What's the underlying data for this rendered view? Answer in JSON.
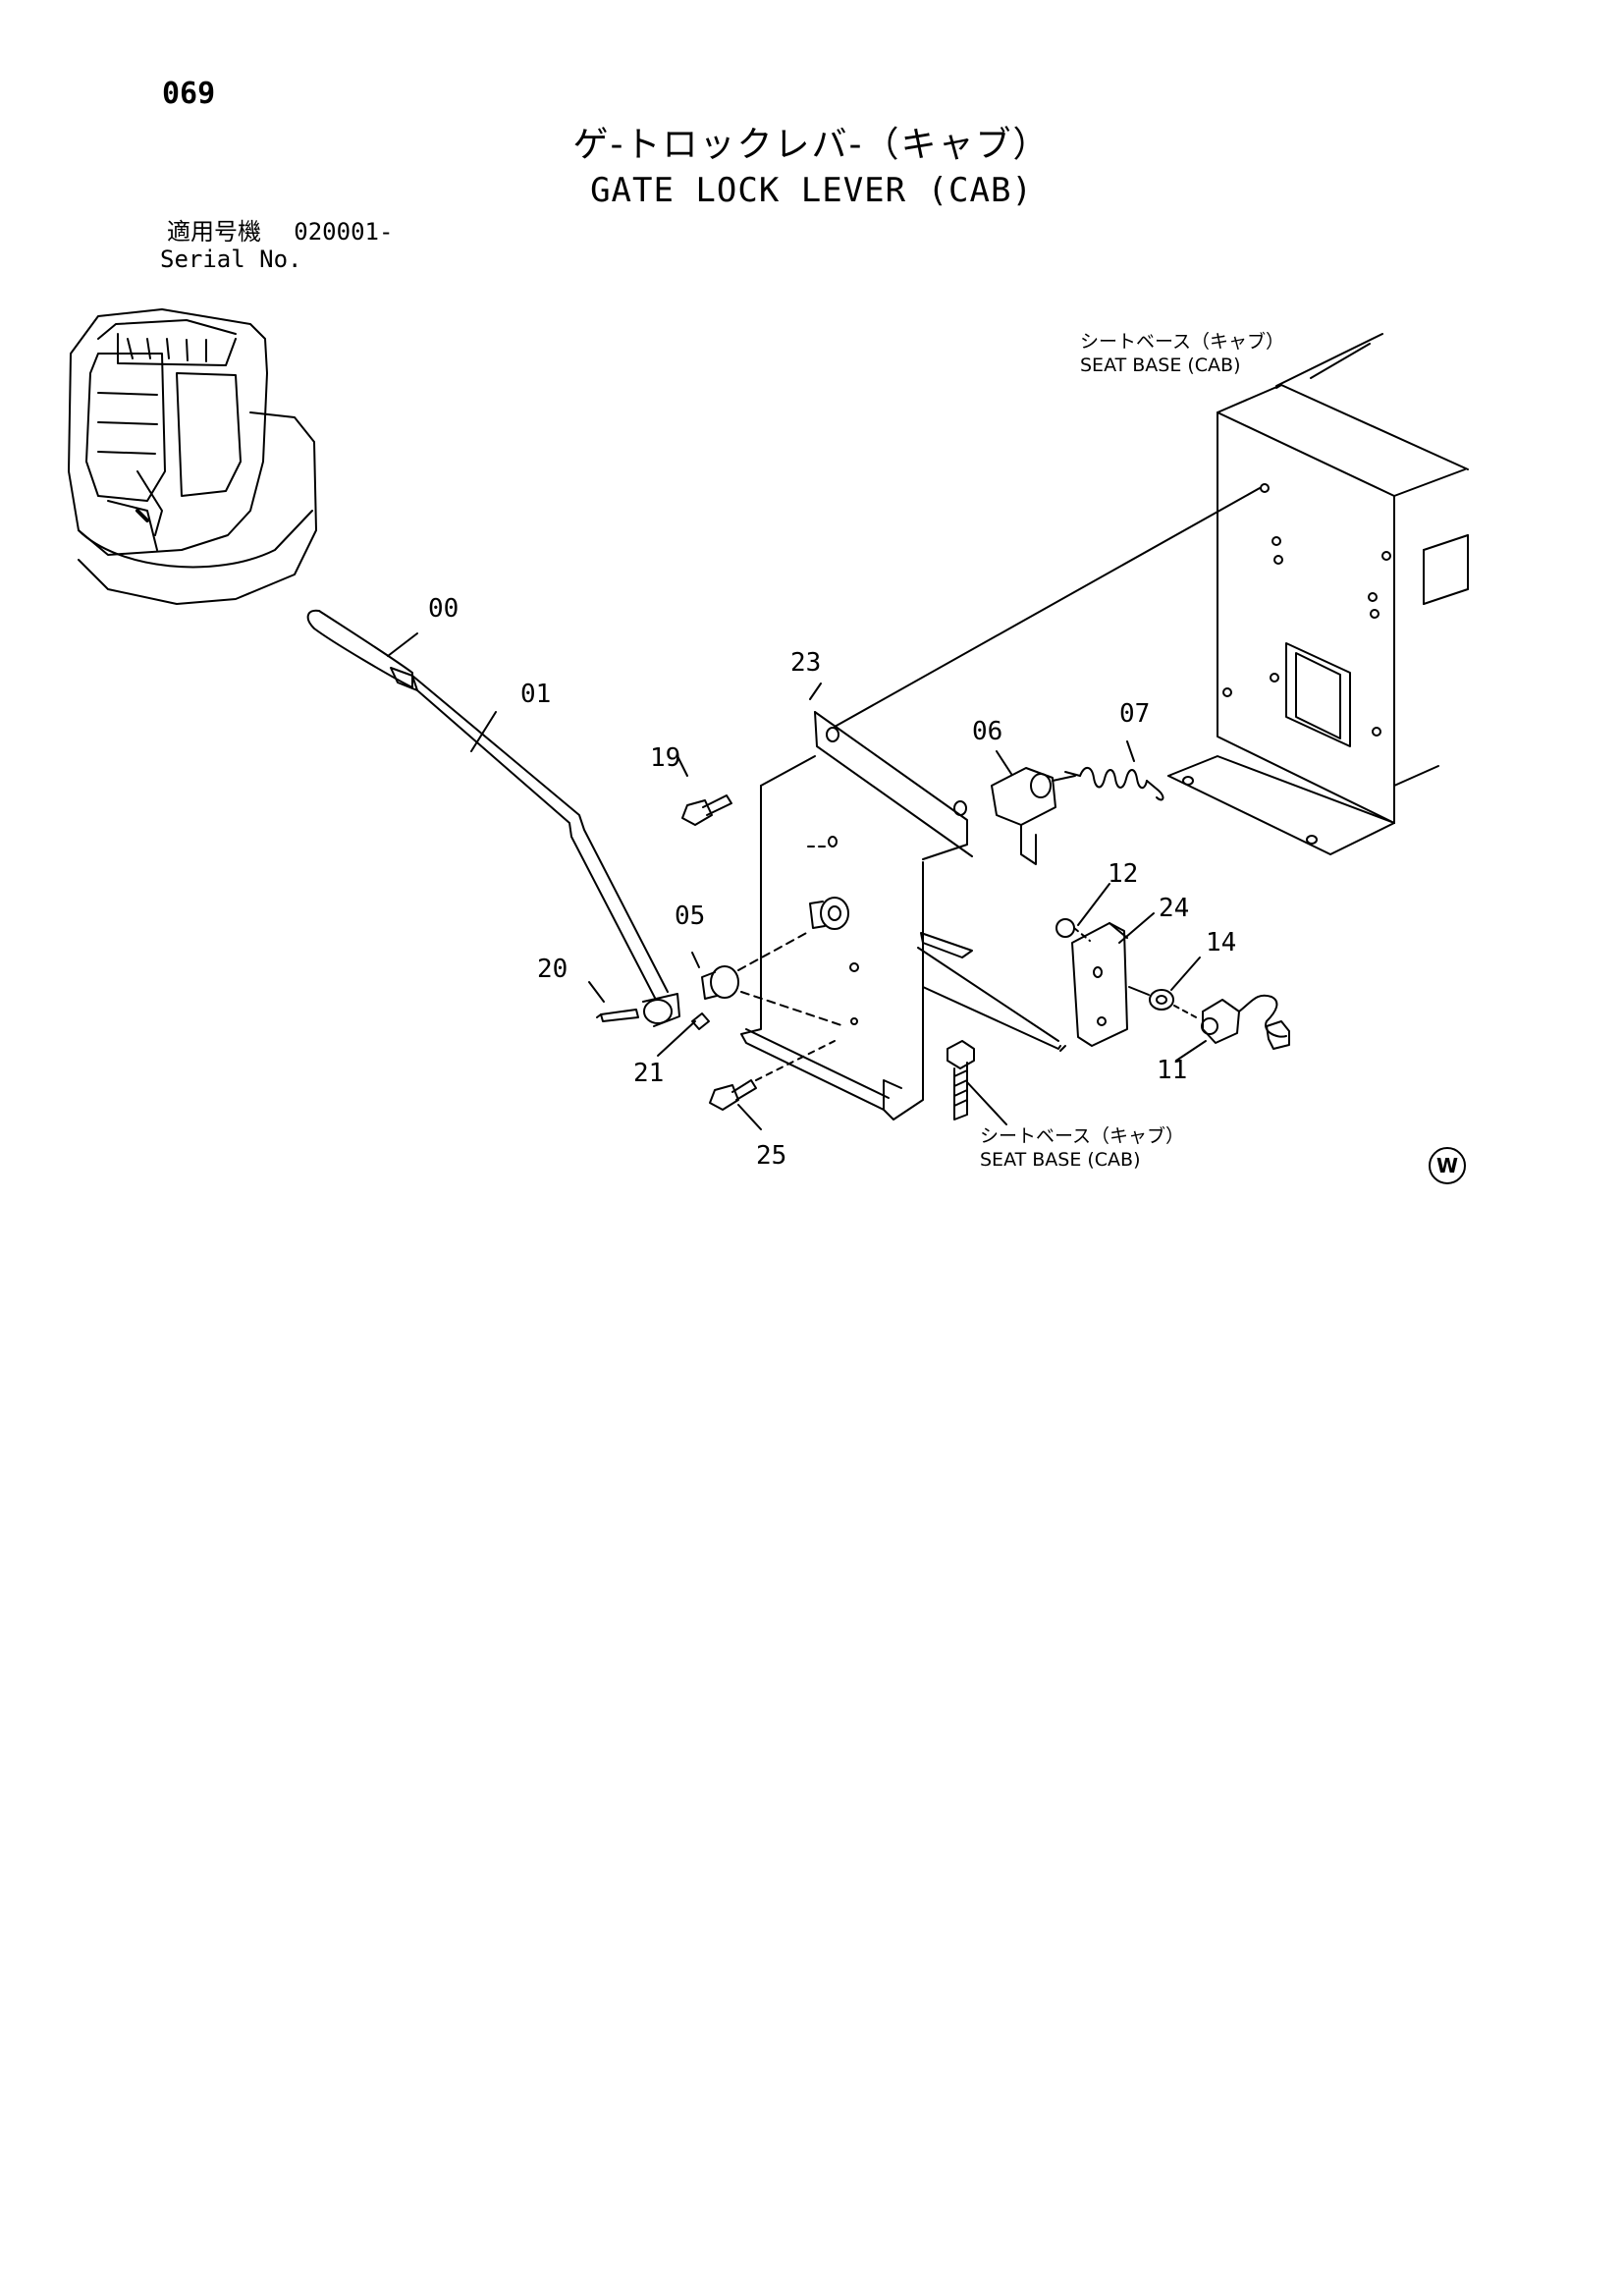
{
  "page": {
    "number": "069"
  },
  "title": {
    "ja": "ゲ-トロックレバ-（キャブ）",
    "en": "GATE LOCK LEVER (CAB)"
  },
  "serial": {
    "label_ja": "適用号機",
    "value": "020001-",
    "label_en": "Serial No."
  },
  "notes": {
    "seat_base_top_ja": "シートベース（キャブ）",
    "seat_base_top_en": "SEAT BASE (CAB)",
    "seat_base_bottom_ja": "シートベース（キャブ）",
    "seat_base_bottom_en": "SEAT BASE (CAB)"
  },
  "callouts": [
    "00",
    "01",
    "23",
    "19",
    "06",
    "07",
    "05",
    "20",
    "12",
    "24",
    "14",
    "21",
    "11",
    "25"
  ],
  "mark": "W"
}
